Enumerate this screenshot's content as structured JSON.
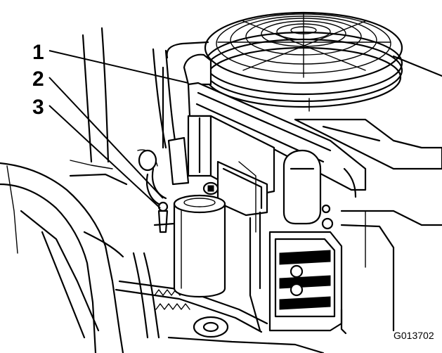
{
  "callouts": [
    {
      "number": "1"
    },
    {
      "number": "2"
    },
    {
      "number": "3"
    }
  ],
  "figure_code": "G013702"
}
